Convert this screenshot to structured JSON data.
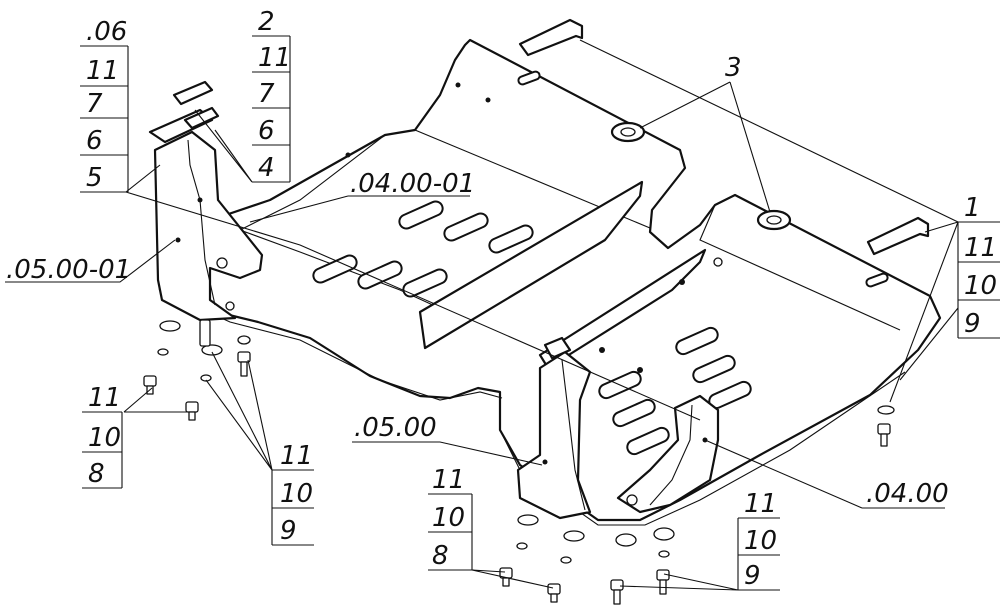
{
  "diagram": {
    "part_labels": {
      "main_plate": ".04.00",
      "main_plate_mirror": ".04.00-01",
      "bracket": ".05.00",
      "bracket_mirror": ".05.00-01",
      "nut_ref": "3",
      "strap_ref": "1"
    },
    "stack_top_left": [
      ".06",
      "11",
      "7",
      "6",
      "5"
    ],
    "stack_top_center": [
      "2",
      "11",
      "7",
      "6",
      "4"
    ],
    "stack_right": [
      "11",
      "10",
      "9"
    ],
    "stack_left_bottom": [
      "11",
      "10",
      "8"
    ],
    "stack_center_bottom": [
      "11",
      "10",
      "9"
    ],
    "stack_bottom_mid": [
      "11",
      "10",
      "8"
    ],
    "stack_bottom_right": [
      "11",
      "10",
      "9"
    ]
  }
}
